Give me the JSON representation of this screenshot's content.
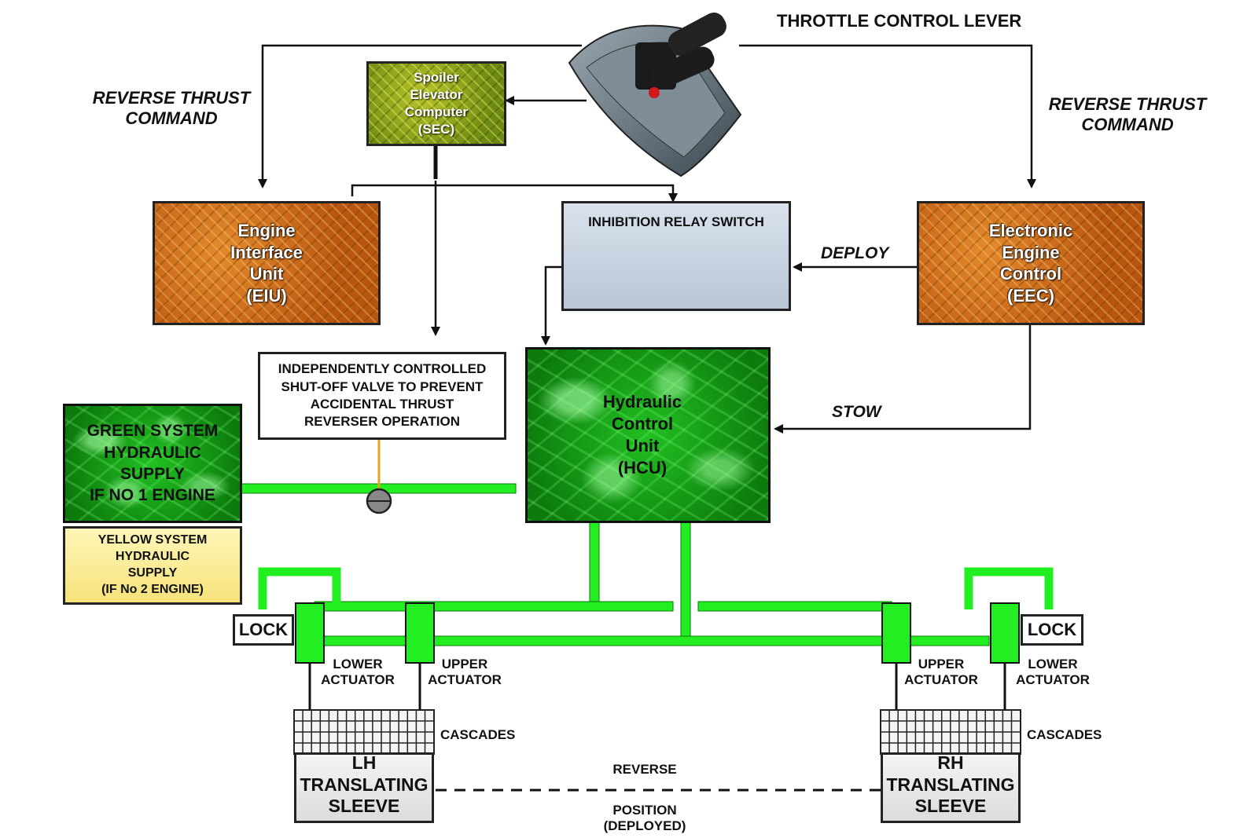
{
  "throttle": {
    "label": "THROTTLE CONTROL LEVER"
  },
  "commands": {
    "left": [
      "REVERSE THRUST",
      "COMMAND"
    ],
    "right": [
      "REVERSE THRUST",
      "COMMAND"
    ],
    "deploy": "DEPLOY",
    "stow": "STOW"
  },
  "sec": {
    "lines": [
      "Spoiler",
      "Elevator",
      "Computer",
      "(SEC)"
    ]
  },
  "eiu": {
    "lines": [
      "Engine",
      "Interface",
      "Unit",
      "(EIU)"
    ]
  },
  "eec": {
    "lines": [
      "Electronic",
      "Engine",
      "Control",
      "(EEC)"
    ]
  },
  "relay": {
    "label": "INHIBITION RELAY SWITCH"
  },
  "shutoff": {
    "lines": [
      "INDEPENDENTLY CONTROLLED",
      "SHUT-OFF VALVE TO PREVENT",
      "ACCIDENTAL THRUST",
      "REVERSER OPERATION"
    ]
  },
  "green_supply": {
    "lines": [
      "GREEN SYSTEM",
      "HYDRAULIC",
      "SUPPLY",
      "IF NO 1 ENGINE"
    ]
  },
  "yellow_supply": {
    "lines": [
      "YELLOW SYSTEM",
      "HYDRAULIC",
      "SUPPLY",
      "(IF No 2 ENGINE)"
    ]
  },
  "hcu": {
    "lines": [
      "Hydraulic",
      "Control",
      "Unit",
      "(HCU)"
    ]
  },
  "lock_left": "LOCK",
  "lock_right": "LOCK",
  "actuators": {
    "lh_lower": [
      "LOWER",
      "ACTUATOR"
    ],
    "lh_upper": [
      "UPPER",
      "ACTUATOR"
    ],
    "rh_upper": [
      "UPPER",
      "ACTUATOR"
    ],
    "rh_lower": [
      "LOWER",
      "ACTUATOR"
    ]
  },
  "cascades_left": "CASCADES",
  "cascades_right": "CASCADES",
  "lh_sleeve": {
    "lines": [
      "LH",
      "TRANSLATING",
      "SLEEVE"
    ]
  },
  "rh_sleeve": {
    "lines": [
      "RH",
      "TRANSLATING",
      "SLEEVE"
    ]
  },
  "reverse_position": {
    "lines": [
      "REVERSE",
      "POSITION",
      "(DEPLOYED)"
    ]
  },
  "colors": {
    "hydraulic_line": "#22ee22",
    "wire": "#111111",
    "valve_wire": "#e8a020"
  }
}
